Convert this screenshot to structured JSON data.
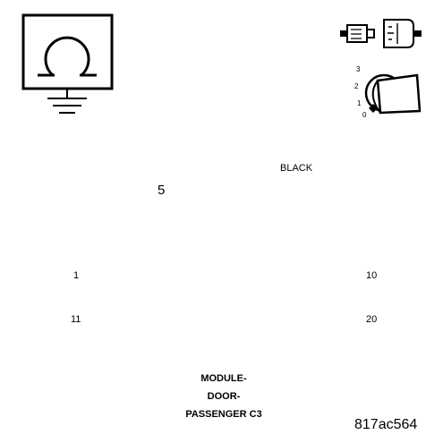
{
  "connector": {
    "color_label": "BLACK",
    "callout_pin": "5",
    "pin_left_top": "1",
    "pin_right_top": "10",
    "pin_left_bottom": "11",
    "pin_right_bottom": "20",
    "title_lines": [
      "MODULE-",
      "DOOR-",
      "PASSENGER C3"
    ]
  },
  "figure_id": "817ac564",
  "icons": {
    "ground_symbol": "ohm-meter-ground-icon",
    "connector_plug": "connector-plug-icon",
    "ignition_key": "ignition-key-icon"
  },
  "ignition_positions": [
    "3",
    "2",
    "1",
    "0"
  ],
  "key_label": "0"
}
